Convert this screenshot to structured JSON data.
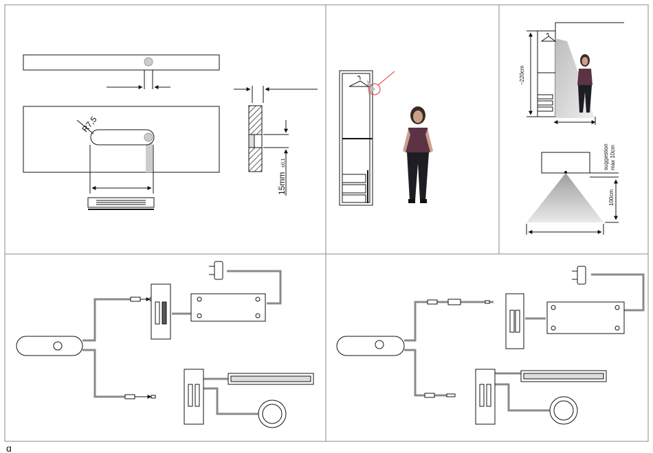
{
  "labels": {
    "radius": "R7,5",
    "slot_depth": "15mm",
    "tolerance": "±0,1",
    "height": "~220cm",
    "suggestion": "suggestion",
    "max_distance": "max 10cm",
    "distance": "100cm",
    "corner_mark": "ɑ"
  },
  "colors": {
    "line": "#111111",
    "cable": "#8a8a8a",
    "beam": "#c8c8c8",
    "hatch": "#333333"
  },
  "icons": [
    "hanger-icon",
    "plug-icon",
    "person-figure",
    "led-bar-light",
    "round-spot-light"
  ]
}
